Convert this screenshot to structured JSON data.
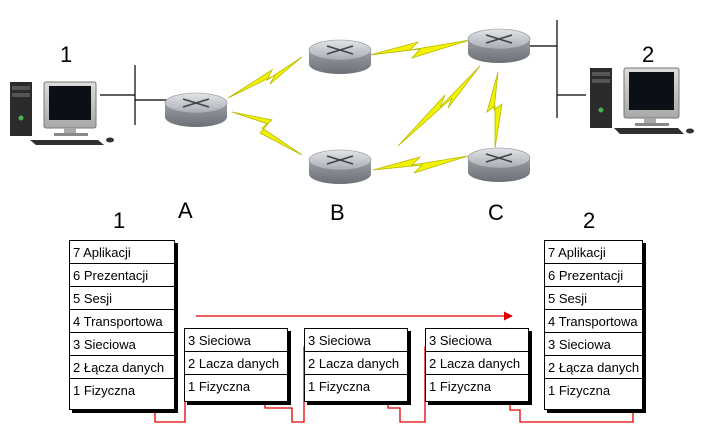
{
  "host_labels": {
    "left": "1",
    "right": "2"
  },
  "router_labels": {
    "a": "A",
    "b": "B",
    "c": "C"
  },
  "stack_labels": {
    "left": "1",
    "right": "2"
  },
  "layers_full": [
    "7 Aplikacji",
    "6 Prezentacji",
    "5 Sesji",
    "4 Transportowa",
    "3 Sieciowa",
    "2 Łącza danych",
    "1 Fizyczna"
  ],
  "layers_router": [
    "3 Sieciowa",
    "2 Lacza danych",
    "1 Fizyczna"
  ],
  "colors": {
    "link": "#f2f200",
    "link_stroke": "#b8b800",
    "path": "#e00000",
    "router": "#b8bcc2"
  }
}
